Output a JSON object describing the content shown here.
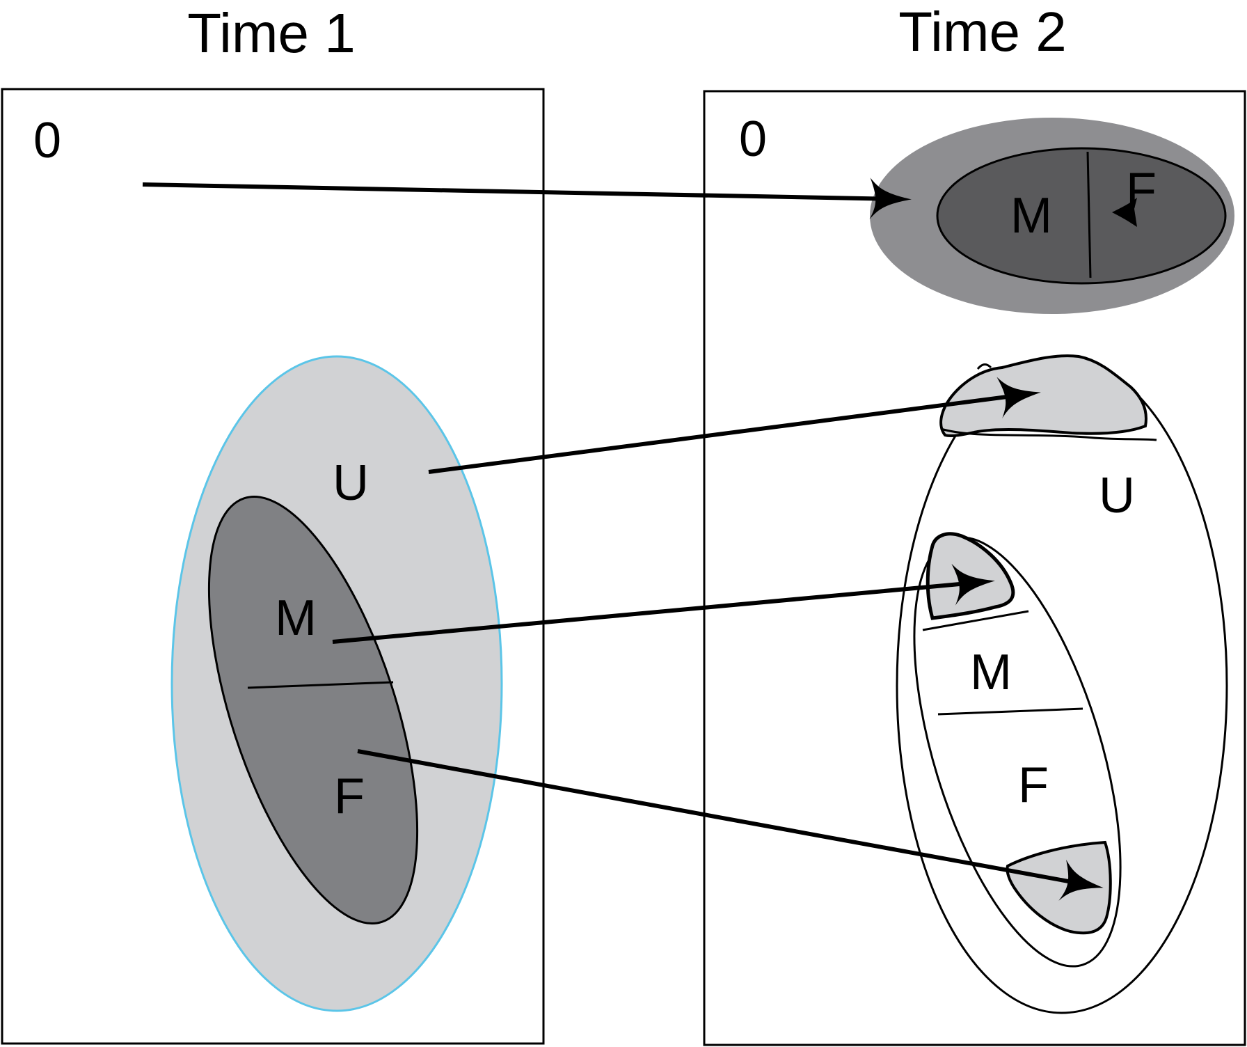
{
  "panels": [
    {
      "title": "Time 1",
      "zero_label": "0",
      "outer_label": "U",
      "inner_top_label": "M",
      "inner_bottom_label": "F"
    },
    {
      "title": "Time 2",
      "zero_label": "0",
      "top_left_label": "M",
      "top_right_label": "F",
      "outer_label": "U",
      "inner_top_label": "M",
      "inner_bottom_label": "F"
    }
  ],
  "colors": {
    "outer_region_fill": "#d1d2d4",
    "outer_region_stroke": "#5bc5e8",
    "inner_region_fill": "#808184",
    "top_outer_fill": "#8e8e91",
    "top_inner_fill": "#5a5a5c",
    "patch_fill": "#d1d2d4",
    "line": "#000000"
  }
}
